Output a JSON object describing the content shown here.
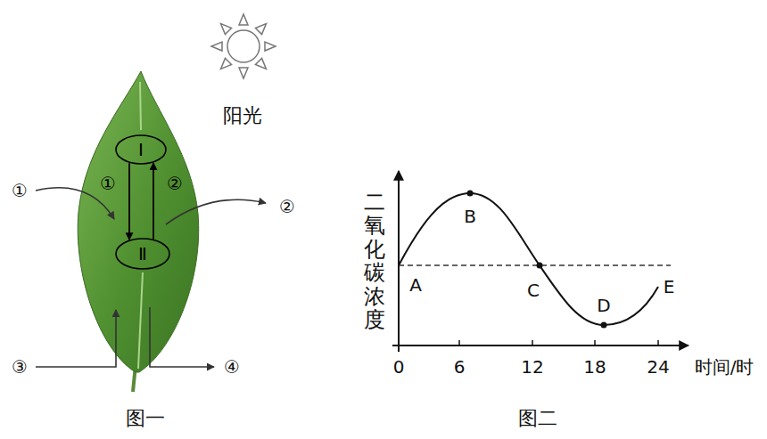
{
  "diagram": {
    "nodes": [
      {
        "text": [
          "Ⅰ"
        ]
      },
      {
        "text": [
          "Ⅱ"
        ]
      }
    ],
    "edges": [
      {
        "from": 0,
        "to": 1,
        "arrow": "to",
        "label": "①"
      },
      {
        "from": 1,
        "to": 0,
        "arrow": "to",
        "label": "②"
      }
    ],
    "labels": [
      "①",
      "②",
      "③",
      "④",
      "阳光",
      "图一",
      "二氧化碳浓度",
      "0",
      "6",
      "12",
      "18",
      "24",
      "时间/时",
      "A",
      "B",
      "C",
      "D",
      "E",
      "图二"
    ]
  }
}
